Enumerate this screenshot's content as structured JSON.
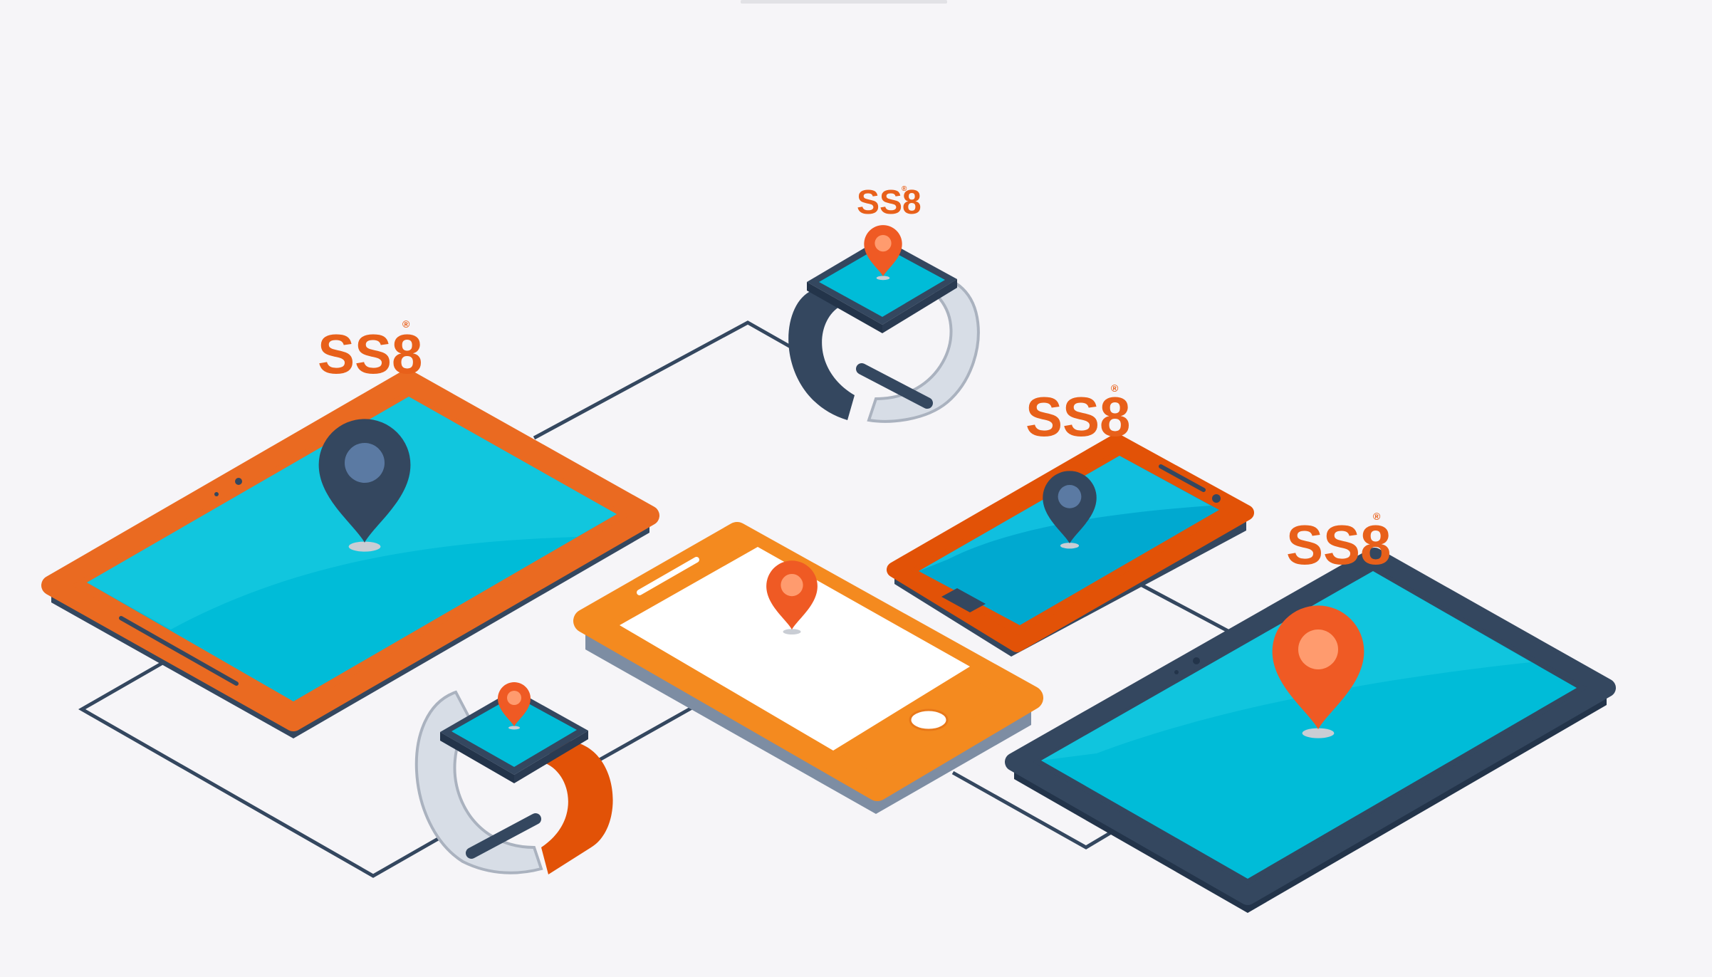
{
  "brand": {
    "logo_text": "SS8",
    "color": "#e8601a",
    "registered_mark": "®"
  },
  "colors": {
    "background": "#f6f5f8",
    "screen_cyan": "#00bcd8",
    "screen_cyan_light": "#1fcde4",
    "navy": "#34475f",
    "orange": "#ea6a21",
    "orange_dark": "#e25207",
    "amber": "#f48a1f",
    "band_light": "#d7dde6",
    "pin_orange": "#ef5a24",
    "pin_navy": "#34475f",
    "pin_inner_light": "#ff9b6e",
    "pin_inner_navy": "#5b7aa3",
    "white": "#ffffff"
  },
  "devices": [
    {
      "name": "tablet-orange",
      "pin_icon": "location-pin-icon",
      "pin_color": "navy",
      "logo": true
    },
    {
      "name": "smartwatch-top",
      "pin_icon": "location-pin-icon",
      "pin_color": "orange",
      "logo": true
    },
    {
      "name": "smartphone-orange",
      "pin_icon": "location-pin-icon",
      "pin_color": "navy",
      "logo": true
    },
    {
      "name": "smartphone-amber",
      "pin_icon": "location-pin-icon",
      "pin_color": "orange",
      "logo": false
    },
    {
      "name": "smartwatch-bottom",
      "pin_icon": "location-pin-icon",
      "pin_color": "orange",
      "logo": false
    },
    {
      "name": "tablet-navy",
      "pin_icon": "location-pin-icon",
      "pin_color": "orange",
      "logo": true
    }
  ]
}
